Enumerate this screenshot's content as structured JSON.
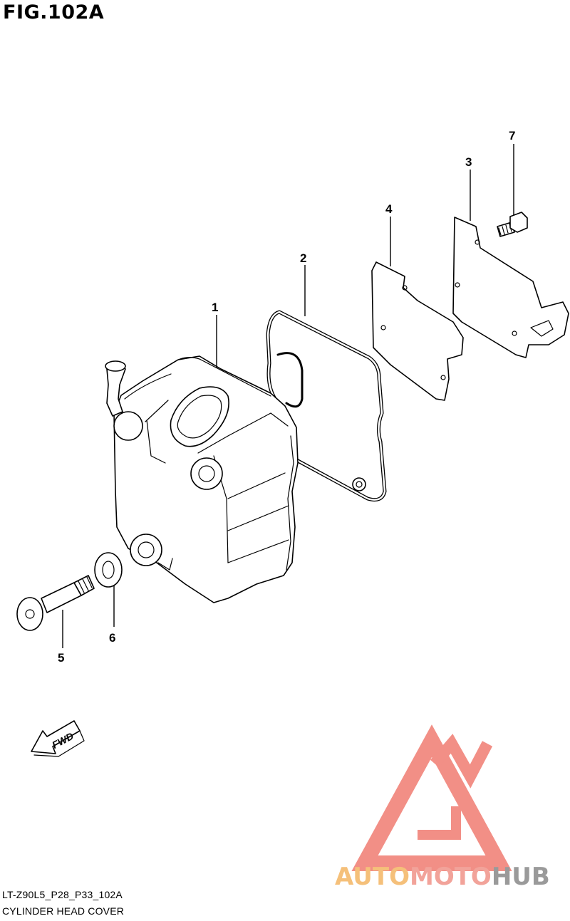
{
  "figure": {
    "title": "FIG.102A"
  },
  "callouts": [
    {
      "id": "1",
      "label": "1"
    },
    {
      "id": "2",
      "label": "2"
    },
    {
      "id": "3",
      "label": "3"
    },
    {
      "id": "4",
      "label": "4"
    },
    {
      "id": "5",
      "label": "5"
    },
    {
      "id": "6",
      "label": "6"
    },
    {
      "id": "7",
      "label": "7"
    }
  ],
  "fwd_arrow": {
    "label": "FWD"
  },
  "footer": {
    "code": "LT-Z90L5_P28_P33_102A",
    "name": "CYLINDER HEAD COVER"
  },
  "watermark": {
    "part1": "AUTO",
    "part2": "MOTO",
    "part3": "HUB",
    "colors": {
      "auto": "#f5c07a",
      "moto": "#f2a39a",
      "hub": "#9a9a9a",
      "logo": "#f28f86"
    }
  }
}
